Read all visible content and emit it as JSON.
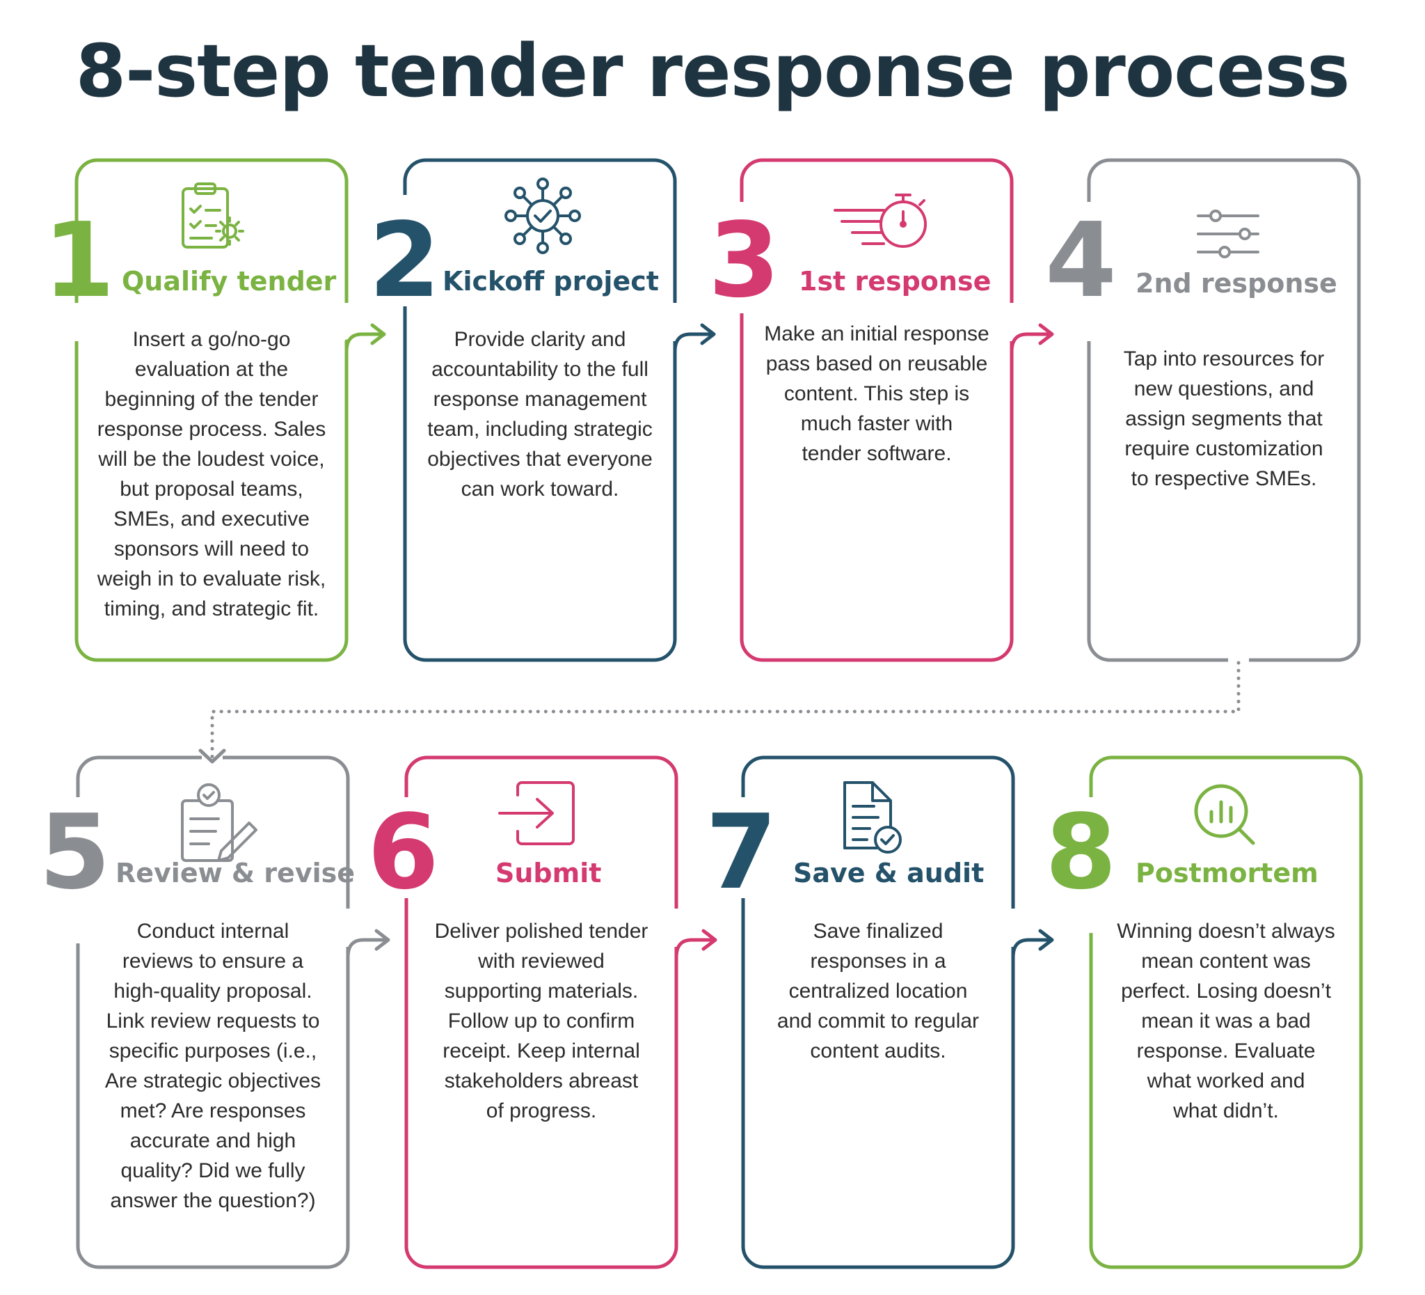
{
  "title": "8-step tender response process",
  "colors": {
    "green": "#7bb342",
    "navy": "#24526a",
    "pink": "#d4396f",
    "gray": "#8a8d91",
    "title": "#1f3441"
  },
  "steps": [
    {
      "number": "1",
      "title": "Qualify tender",
      "color": "green",
      "icon": "clipboard-gear-icon",
      "body": [
        "Insert a go/no-go",
        "evaluation at the",
        "beginning of the tender",
        "response process. Sales",
        "will be the loudest voice,",
        "but proposal teams,",
        "SMEs, and executive",
        "sponsors will need to",
        "weigh in to evaluate risk,",
        "timing, and strategic fit."
      ]
    },
    {
      "number": "2",
      "title": "Kickoff project",
      "color": "navy",
      "icon": "network-check-icon",
      "body": [
        "Provide clarity and",
        "accountability to the full",
        "response management",
        "team, including strategic",
        "objectives that everyone",
        "can work toward."
      ]
    },
    {
      "number": "3",
      "title": "1st response",
      "color": "pink",
      "icon": "stopwatch-speed-icon",
      "body": [
        "Make an initial response",
        "pass based on reusable",
        "content. This step is",
        "much faster with",
        "tender software."
      ]
    },
    {
      "number": "4",
      "title": "2nd response",
      "color": "gray",
      "icon": "sliders-icon",
      "body": [
        "Tap into resources for",
        "new questions, and",
        "assign segments that",
        "require customization",
        "to respective SMEs."
      ]
    },
    {
      "number": "5",
      "title": "Review & revise",
      "color": "gray",
      "icon": "checklist-pencil-icon",
      "body": [
        "Conduct internal",
        "reviews to ensure a",
        "high-quality proposal.",
        "Link review requests to",
        "specific purposes (i.e.,",
        "Are strategic objectives",
        "met? Are responses",
        "accurate and high",
        "quality? Did we fully",
        "answer the question?)"
      ]
    },
    {
      "number": "6",
      "title": "Submit",
      "color": "pink",
      "icon": "sign-in-icon",
      "body": [
        "Deliver polished tender",
        "with reviewed",
        "supporting materials.",
        "Follow up to confirm",
        "receipt. Keep internal",
        "stakeholders abreast",
        "of progress."
      ]
    },
    {
      "number": "7",
      "title": "Save & audit",
      "color": "navy",
      "icon": "document-check-icon",
      "body": [
        "Save finalized",
        "responses in a",
        "centralized location",
        "and commit to regular",
        "content audits."
      ]
    },
    {
      "number": "8",
      "title": "Postmortem",
      "color": "green",
      "icon": "magnifier-chart-icon",
      "body": [
        "Winning doesn’t always",
        "mean content was",
        "perfect. Losing doesn’t",
        "mean it was a bad",
        "response. Evaluate",
        "what worked and",
        "what didn’t."
      ]
    }
  ]
}
